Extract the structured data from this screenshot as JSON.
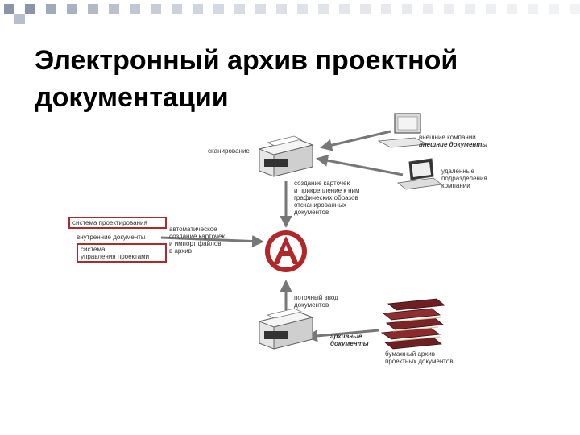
{
  "slide": {
    "title": "Электронный архив проектной документации"
  },
  "colors": {
    "accent_red": "#b0282a",
    "arrow_grey": "#777777",
    "square_dark": "#8c95a7",
    "square_light": "#dfe3ea"
  },
  "diagram": {
    "scanning_label": "сканирование",
    "external_companies": "внешние компании",
    "external_documents": "внешние документы",
    "remote_divisions": "удаленные\nподразделения\nкомпании",
    "card_creation": "создание карточек\nи прикрепление к ним\nграфических образов\nотсканированных\nдокументов",
    "design_system": "система проектирования",
    "internal_documents": "внутренние документы",
    "project_management": "система\nуправления проектами",
    "auto_creation": "автоматическое\nсоздание карточек\nи импорт файлов\nв архив",
    "stream_input": "поточный ввод\nдокументов",
    "archive_documents": "архивные\nдокументы",
    "paper_archive": "бумажный архив\nпроектных документов",
    "logo_letter": "A"
  }
}
